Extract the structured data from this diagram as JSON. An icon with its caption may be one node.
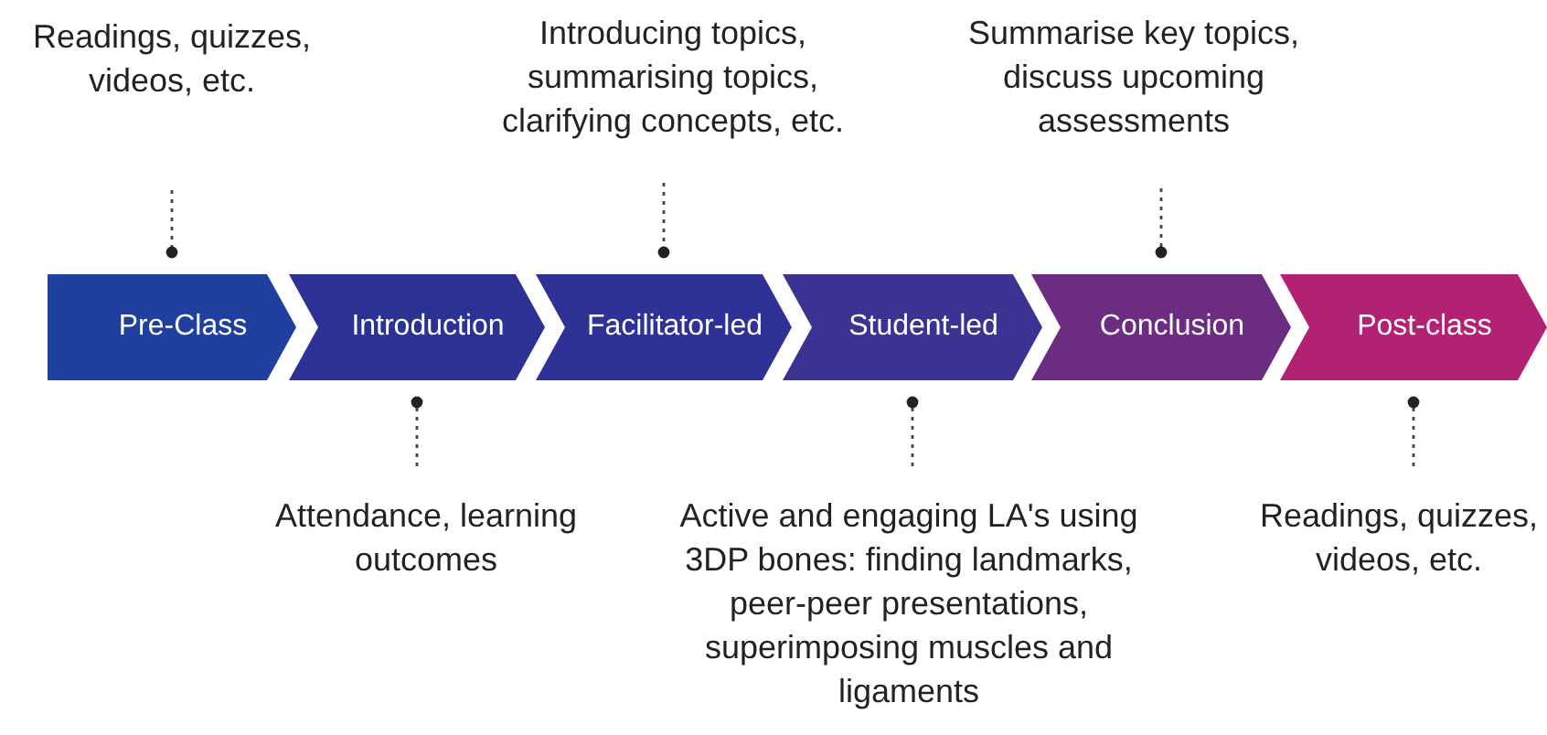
{
  "diagram": {
    "nodes": [
      {
        "text": [
          "Pre-Class"
        ]
      },
      {
        "text": [
          "Introduction"
        ]
      },
      {
        "text": [
          "Facilitator-led"
        ]
      },
      {
        "text": [
          "Student-led"
        ]
      },
      {
        "text": [
          "Conclusion"
        ]
      },
      {
        "text": [
          "Post-class"
        ]
      },
      {
        "text": [
          "Readings, quizzes, videos, etc."
        ]
      },
      {
        "text": [
          "Attendance, learning outcomes"
        ]
      },
      {
        "text": [
          "Introducing topics, summarising topics, clarifying concepts, etc."
        ]
      },
      {
        "text": [
          "Active and engaging LA's using 3DP bones: finding landmarks, peer-peer presentations, superimposing muscles and ligaments"
        ]
      },
      {
        "text": [
          "Summarise key topics, discuss upcoming assessments"
        ]
      },
      {
        "text": [
          "Readings, quizzes, videos, etc."
        ]
      }
    ],
    "edges": [
      {
        "from": 6,
        "to": 0,
        "arrow": "other",
        "style": "dashed"
      },
      {
        "from": 7,
        "to": 1,
        "arrow": "other",
        "style": "dashed"
      },
      {
        "from": 8,
        "to": 2,
        "arrow": "other",
        "style": "dashed"
      },
      {
        "from": 9,
        "to": 3,
        "arrow": "other",
        "style": "dashed"
      },
      {
        "from": 10,
        "to": 4,
        "arrow": "other",
        "style": "dashed"
      },
      {
        "from": 11,
        "to": 5,
        "arrow": "other",
        "style": "dashed"
      }
    ]
  }
}
